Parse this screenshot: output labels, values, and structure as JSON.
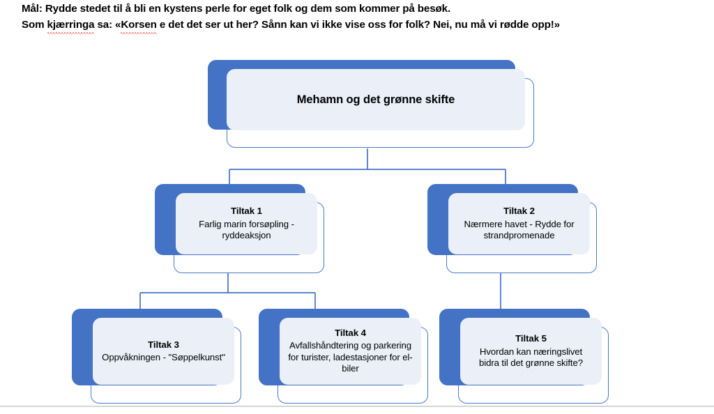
{
  "heading": {
    "line1_a": "Mål: Rydde stedet til å bli en kystens perle for eget folk og dem som kommer på besøk.",
    "line2_a": "Som ",
    "line2_misspelled1": "kjærringa",
    "line2_b": " sa: «",
    "line2_misspelled2": "Korsen",
    "line2_c": " e det det ser ut her? Sånn kan vi ikke vise oss for folk? Nei, nu må vi rødde opp!»"
  },
  "colors": {
    "accent_blue": "#4472c4",
    "outline_blue": "#4a79c8",
    "panel_light": "#eaeff8",
    "text": "#000000",
    "spellcheck_red": "#ee2211",
    "rule_gray": "#d4d4d4"
  },
  "diagram": {
    "type": "hierarchy",
    "root": {
      "id": "root",
      "title": "Mehamn og det grønne skifte",
      "desc": ""
    },
    "nodes": [
      {
        "id": "tiltak1",
        "title": "Tiltak 1",
        "desc": "Farlig marin forsøpling - ryddeaksjon",
        "parent": "root"
      },
      {
        "id": "tiltak2",
        "title": "Tiltak 2",
        "desc": "Nærmere havet - Rydde for strandpromenade",
        "parent": "root"
      },
      {
        "id": "tiltak3",
        "title": "Tiltak 3",
        "desc": "Oppvåkningen - \"Søppelkunst\"",
        "parent": "tiltak1"
      },
      {
        "id": "tiltak4",
        "title": "Tiltak 4",
        "desc": "Avfallshåndtering og parkering for turister, ladestasjoner for el-biler",
        "parent": "tiltak1"
      },
      {
        "id": "tiltak5",
        "title": "Tiltak 5",
        "desc": "Hvordan kan næringslivet bidra til det grønne skifte?",
        "parent": "tiltak2"
      }
    ]
  }
}
